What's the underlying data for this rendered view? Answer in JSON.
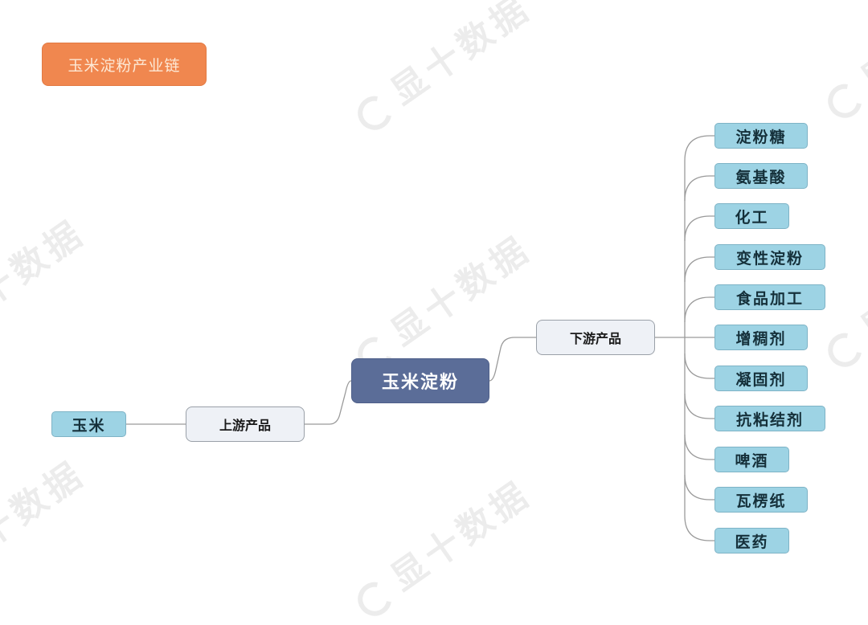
{
  "diagram": {
    "title": "玉米淀粉产业链",
    "root": "玉米淀粉",
    "upstream": {
      "label": "上游产品",
      "children": [
        "玉米"
      ]
    },
    "downstream": {
      "label": "下游产品",
      "children": [
        "淀粉糖",
        "氨基酸",
        "化工",
        "变性淀粉",
        "食品加工",
        "增稠剂",
        "凝固剂",
        "抗粘结剂",
        "啤酒",
        "瓦楞纸",
        "医药"
      ]
    }
  },
  "watermark": {
    "text": "显十数据",
    "logo": "circle-logo-icon"
  },
  "colors": {
    "title_bg": "#f0874f",
    "root_bg": "#5b6d98",
    "mid_bg": "#eef1f6",
    "leaf_bg": "#9dd3e4",
    "line": "#9a9a9a"
  }
}
